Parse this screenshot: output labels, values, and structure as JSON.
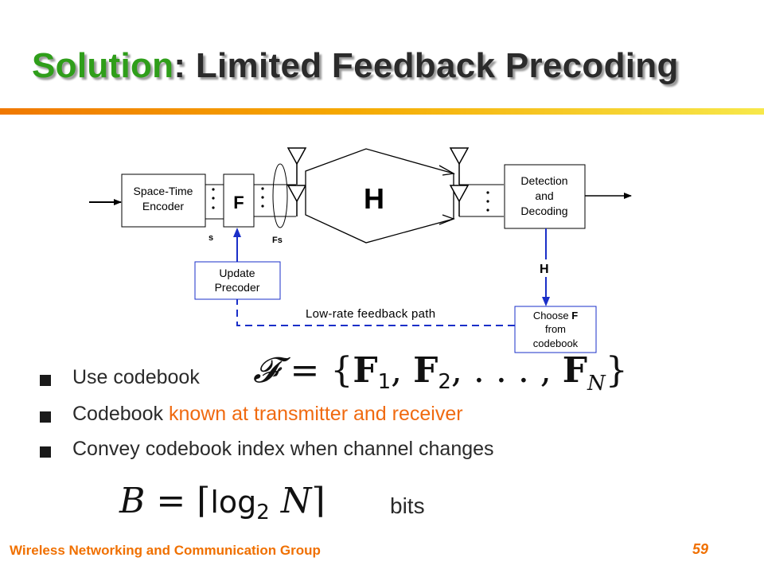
{
  "slide": {
    "title_part1": "Solution",
    "title_part2": ": Limited Feedback Precoding",
    "colors": {
      "title_green": "#2f9e1a",
      "accent_orange": "#f07000",
      "feedback_blue": "#1a2fc8"
    }
  },
  "diagram": {
    "encoder_line1": "Space-Time",
    "encoder_line2": "Encoder",
    "precoder_label": "F",
    "s_label": "s",
    "fs_label": "Fs",
    "channel_label": "H",
    "detection_line1": "Detection",
    "detection_line2": "and",
    "detection_line3": "Decoding",
    "h_feedback_label": "H",
    "update_line1": "Update",
    "update_line2": "Precoder",
    "choose_line1_pre": "Choose ",
    "choose_line1_bold": "F",
    "choose_line2": "from",
    "choose_line3": "codebook",
    "feedback_path_label": "Low-rate feedback path"
  },
  "bullets": [
    {
      "text": "Use codebook"
    },
    {
      "text": "Codebook",
      "highlight": "known at transmitter and receiver"
    },
    {
      "text": "Convey codebook index when channel changes"
    }
  ],
  "formula_codebook": {
    "lhs": "𝓕",
    "eq": " = {",
    "f1": "F",
    "s1": "1",
    "sep1": ", ",
    "f2": "F",
    "s2": "2",
    "sep2": ", . . . , ",
    "fN": "F",
    "sN": "N",
    "close": "}"
  },
  "formula_bits": {
    "lhs": "B",
    "eq": " = ⌈",
    "fn": "log",
    "base": "2",
    "arg": " N",
    "close": "⌉"
  },
  "bits_label": "bits",
  "footer": {
    "left": "Wireless Networking and Communication Group",
    "page": "59"
  }
}
